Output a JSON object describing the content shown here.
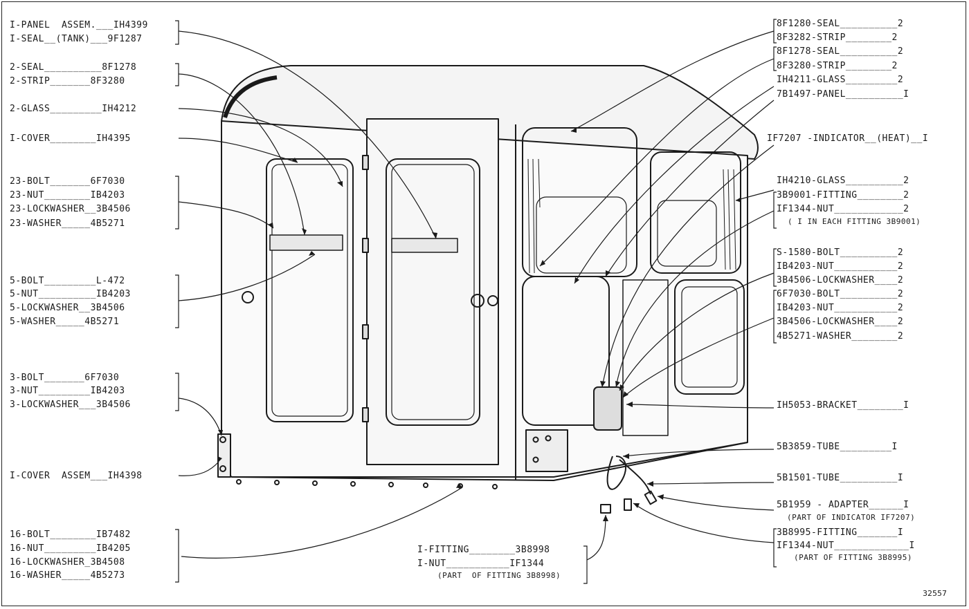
{
  "figure_number": "32557",
  "labels": [
    {
      "id": "l1",
      "text": "I-PANEL  ASSEM.___IH4399"
    },
    {
      "id": "l2",
      "text": "I-SEAL__(TANK)___9F1287"
    },
    {
      "id": "l3",
      "text": "2-SEAL__________8F1278"
    },
    {
      "id": "l4",
      "text": "2-STRIP_______8F3280"
    },
    {
      "id": "l5",
      "text": "2-GLASS_________IH4212"
    },
    {
      "id": "l6",
      "text": "I-COVER________IH4395"
    },
    {
      "id": "l7",
      "text": "23-BOLT_______6F7030"
    },
    {
      "id": "l8",
      "text": "23-NUT________IB4203"
    },
    {
      "id": "l9",
      "text": "23-LOCKWASHER__3B4506"
    },
    {
      "id": "l10",
      "text": "23-WASHER_____4B5271"
    },
    {
      "id": "l11",
      "text": "5-BOLT_________L-472"
    },
    {
      "id": "l12",
      "text": "5-NUT__________IB4203"
    },
    {
      "id": "l13",
      "text": "5-LOCKWASHER__3B4506"
    },
    {
      "id": "l14",
      "text": "5-WASHER_____4B5271"
    },
    {
      "id": "l15",
      "text": "3-BOLT_______6F7030"
    },
    {
      "id": "l16",
      "text": "3-NUT_________IB4203"
    },
    {
      "id": "l17",
      "text": "3-LOCKWASHER___3B4506"
    },
    {
      "id": "l18",
      "text": "I-COVER  ASSEM___IH4398"
    },
    {
      "id": "l19",
      "text": "16-BOLT________IB7482"
    },
    {
      "id": "l20",
      "text": "16-NUT_________IB4205"
    },
    {
      "id": "l21",
      "text": "16-LOCKWASHER_3B4508"
    },
    {
      "id": "l22",
      "text": "16-WASHER_____4B5273"
    },
    {
      "id": "l23",
      "text": "I-FITTING________3B8998"
    },
    {
      "id": "l24",
      "text": "I-NUT___________IF1344"
    },
    {
      "id": "l25",
      "text": "(PART  OF FITTING 3B8998)"
    },
    {
      "id": "r1",
      "text": "8F1280-SEAL__________2"
    },
    {
      "id": "r2",
      "text": "8F3282-STRIP________2"
    },
    {
      "id": "r3",
      "text": "8F1278-SEAL__________2"
    },
    {
      "id": "r4",
      "text": "8F3280-STRIP________2"
    },
    {
      "id": "r5",
      "text": "IH4211-GLASS_________2"
    },
    {
      "id": "r6",
      "text": "7B1497-PANEL__________I"
    },
    {
      "id": "r7",
      "text": "IF7207 -INDICATOR__(HEAT)__I"
    },
    {
      "id": "r8",
      "text": "IH4210-GLASS__________2"
    },
    {
      "id": "r9",
      "text": "3B9001-FITTING________2"
    },
    {
      "id": "r10",
      "text": "IF1344-NUT____________2"
    },
    {
      "id": "r11",
      "text": "( I IN EACH FITTING 3B9001)"
    },
    {
      "id": "r12",
      "text": "S-1580-BOLT__________2"
    },
    {
      "id": "r13",
      "text": "IB4203-NUT___________2"
    },
    {
      "id": "r14",
      "text": "3B4506-LOCKWASHER____2"
    },
    {
      "id": "r15",
      "text": "6F7030-BOLT__________2"
    },
    {
      "id": "r16",
      "text": "IB4203-NUT___________2"
    },
    {
      "id": "r17",
      "text": "3B4506-LOCKWASHER____2"
    },
    {
      "id": "r18",
      "text": "4B5271-WASHER________2"
    },
    {
      "id": "r19",
      "text": "IH5053-BRACKET________I"
    },
    {
      "id": "r20",
      "text": "5B3859-TUBE_________I"
    },
    {
      "id": "r21",
      "text": "5B1501-TUBE__________I"
    },
    {
      "id": "r22",
      "text": "5B1959 - ADAPTER______I"
    },
    {
      "id": "r23",
      "text": "(PART OF INDICATOR IF7207)"
    },
    {
      "id": "r24",
      "text": "3B8995-FITTING_______I"
    },
    {
      "id": "r25",
      "text": "IF1344-NUT_____________I"
    },
    {
      "id": "r26",
      "text": "(PART OF FITTING 3B8995)"
    }
  ]
}
